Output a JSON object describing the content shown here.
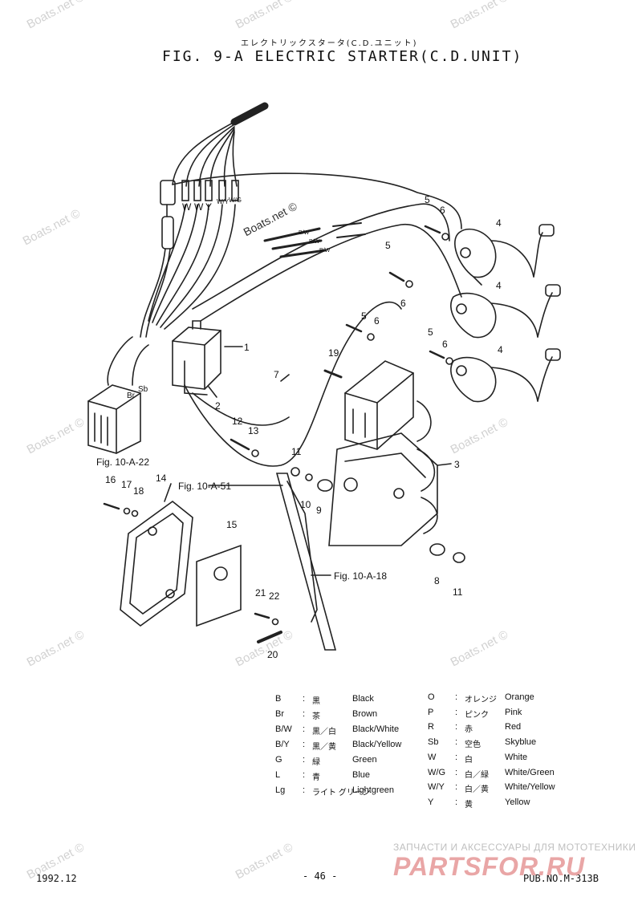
{
  "header": {
    "subtitle_jp": "エレクトリックスタータ(C.D.ユニット)",
    "title": "FIG.  9-A ELECTRIC STARTER(C.D.UNIT)"
  },
  "watermark": "Boats.net ©",
  "wire_labels": [
    "W",
    "W",
    "Y",
    "W/Y",
    "W/G",
    "B/W",
    "B/W",
    "B/W",
    "Br",
    "Sb"
  ],
  "part_numbers": [
    "1",
    "2",
    "3",
    "4",
    "4",
    "4",
    "5",
    "5",
    "5",
    "5",
    "6",
    "6",
    "6",
    "6",
    "7",
    "8",
    "9",
    "10",
    "11",
    "11",
    "12",
    "13",
    "14",
    "15",
    "16",
    "17",
    "18",
    "19",
    "20",
    "21",
    "22"
  ],
  "references": [
    "Fig. 10-A-22",
    "Fig. 10-A-51",
    "Fig. 10-A-18"
  ],
  "legend": {
    "left": [
      {
        "code": "B",
        "jp": "黒",
        "en": "Black"
      },
      {
        "code": "Br",
        "jp": "茶",
        "en": "Brown"
      },
      {
        "code": "B/W",
        "jp": "黒／白",
        "en": "Black/White"
      },
      {
        "code": "B/Y",
        "jp": "黒／黄",
        "en": "Black/Yellow"
      },
      {
        "code": "G",
        "jp": "緑",
        "en": "Green"
      },
      {
        "code": "L",
        "jp": "青",
        "en": "Blue"
      },
      {
        "code": "Lg",
        "jp": "ライト グリーン",
        "en": "Lightgreen"
      }
    ],
    "right": [
      {
        "code": "O",
        "jp": "オレンジ",
        "en": "Orange"
      },
      {
        "code": "P",
        "jp": "ピンク",
        "en": "Pink"
      },
      {
        "code": "R",
        "jp": "赤",
        "en": "Red"
      },
      {
        "code": "Sb",
        "jp": "空色",
        "en": "Skyblue"
      },
      {
        "code": "W",
        "jp": "白",
        "en": "White"
      },
      {
        "code": "W/G",
        "jp": "白／緑",
        "en": "White/Green"
      },
      {
        "code": "W/Y",
        "jp": "白／黄",
        "en": "White/Yellow"
      },
      {
        "code": "Y",
        "jp": "黄",
        "en": "Yellow"
      }
    ]
  },
  "footer": {
    "date": "1992.12",
    "page": "- 46 -",
    "pub": "PUB.NO.M-313B"
  },
  "branding": {
    "tagline": "ЗАПЧАСТИ И АКСЕССУАРЫ ДЛЯ МОТОТЕХНИКИ",
    "logo": "PARTSFOR.RU"
  }
}
